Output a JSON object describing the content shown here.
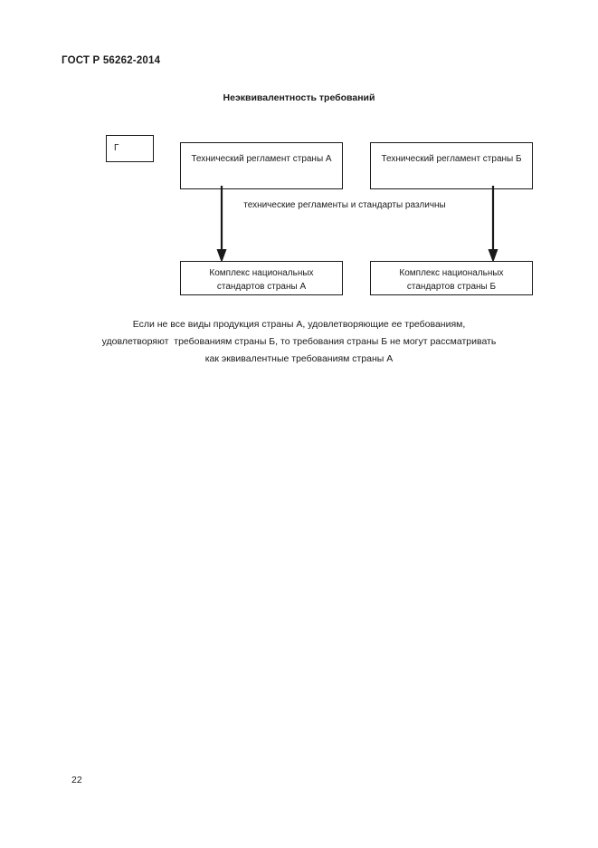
{
  "document": {
    "header": "ГОСТ Р 56262-2014",
    "page_number": "22"
  },
  "figure": {
    "title": "Неэквивалентность требований",
    "tag": "Г",
    "nodes": {
      "regulation_a": "Технический регламент страны А",
      "regulation_b": "Технический регламент страны Б",
      "standards_a": "Комплекс национальных стандартов страны А",
      "standards_b": "Комплекс национальных стандартов страны Б"
    },
    "edge_label": "технические регламенты и стандарты различны",
    "caption": {
      "line1": "Если не все виды продукция страны А, удовлетворяющие ее требованиям,",
      "line2": "удовлетворяют  требованиям страны Б, то требования страны Б не могут рассматривать",
      "line3": "как эквивалентные требованиям страны А"
    }
  }
}
